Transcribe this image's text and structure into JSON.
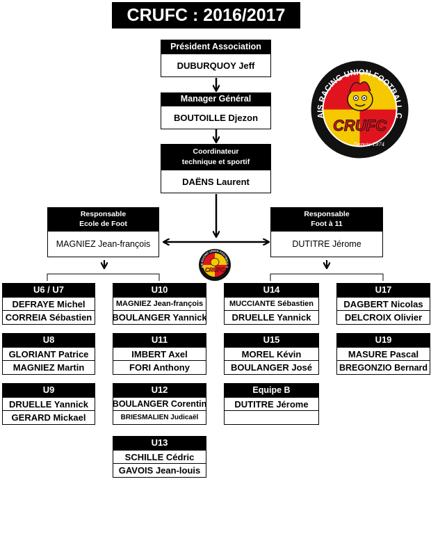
{
  "title": "CRUFC  : 2016/2017",
  "logo": {
    "ring_text": "CALAIS RACING UNION FOOTBALL CLUB",
    "wordmark": "CRUFC",
    "since": "Depuis 1974",
    "small_ring_text": "CALAIS RACING UNION FOOTBALL CLUB",
    "small_wordmark": "CRUFC",
    "colors": {
      "yellow": "#f5c800",
      "red": "#e0141e",
      "black": "#111111"
    }
  },
  "president": {
    "role": "Président Association",
    "name": "DUBURQUOY Jeff"
  },
  "manager": {
    "role": "Manager Général",
    "name": "BOUTOILLE Djezon"
  },
  "coordinator": {
    "role_line1": "Coordinateur",
    "role_line2": "technique et sportif",
    "name": "DAËNS Laurent"
  },
  "ecole": {
    "role_line1": "Responsable",
    "role_line2": "Ecole de Foot",
    "name": "MAGNIEZ Jean-françois"
  },
  "foot11": {
    "role_line1": "Responsable",
    "role_line2": "Foot à 11",
    "name": "DUTITRE Jérome"
  },
  "teams": {
    "u6u7": {
      "label": "U6 / U7",
      "m1": "DEFRAYE Michel",
      "m2": "CORREIA Sébastien"
    },
    "u8": {
      "label": "U8",
      "m1": "GLORIANT Patrice",
      "m2": "MAGNIEZ Martin"
    },
    "u9": {
      "label": "U9",
      "m1": "DRUELLE Yannick",
      "m2": "GERARD Mickael"
    },
    "u10": {
      "label": "U10",
      "m1": "MAGNIEZ Jean-françois",
      "m2": "BOULANGER Yannick"
    },
    "u11": {
      "label": "U11",
      "m1": "IMBERT Axel",
      "m2": "FORI Anthony"
    },
    "u12": {
      "label": "U12",
      "m1": "BOULANGER Corentin",
      "m2": "BRIESMALIEN Judicaël"
    },
    "u13": {
      "label": "U13",
      "m1": "SCHILLE Cédric",
      "m2": "GAVOIS Jean-louis"
    },
    "u14": {
      "label": "U14",
      "m1": "MUCCIANTE Sébastien",
      "m2": "DRUELLE Yannick"
    },
    "u15": {
      "label": "U15",
      "m1": "MOREL Kévin",
      "m2": "BOULANGER José"
    },
    "equipeb": {
      "label": "Equipe B",
      "m1": "DUTITRE Jérome",
      "m2": ""
    },
    "u17": {
      "label": "U17",
      "m1": "DAGBERT Nicolas",
      "m2": "DELCROIX Olivier"
    },
    "u19": {
      "label": "U19",
      "m1": "MASURE Pascal",
      "m2": "BREGONZIO Bernard"
    }
  }
}
